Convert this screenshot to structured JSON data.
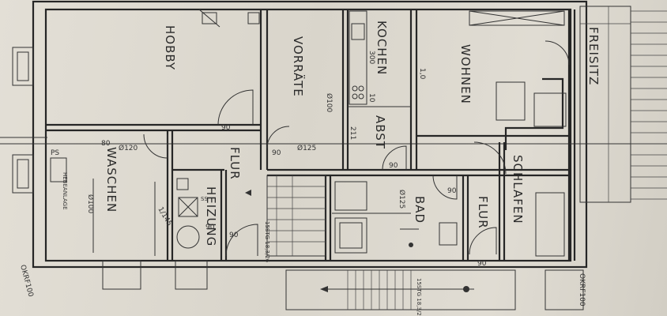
{
  "rooms": {
    "hobby": "HOBBY",
    "vorraete": "VORRÄTE",
    "kochen": "KOCHEN",
    "wohnen": "WOHNEN",
    "freisitz": "FREISITZ",
    "abst": "ABST",
    "waschen": "WASCHEN",
    "flur_left": "FLUR",
    "heizung": "HEIZUNG",
    "bad": "BAD",
    "flur_right": "FLUR",
    "schlafen": "SCHLAFEN"
  },
  "labels": {
    "kochen_dim_300": "300",
    "kochen_dim_10": "10",
    "vorraete_dim": "Ø100",
    "abst_dim": "211",
    "hobby_door": "90",
    "vorraete_door": "90",
    "abst_door": "90",
    "flur_door": "90",
    "bad_door": "90",
    "bad_dim": "Ø125",
    "flur_right_door": "90",
    "heizung_door": "90",
    "waschen_dim_100": "Ø100",
    "waschen_dim_120": "Ø120",
    "waschen_dim_80": "80",
    "waschen_dim_145": "1/145",
    "flur_dim_125": "Ø125",
    "wohnen_dim": "1,0",
    "ps_label": "PS",
    "heb_label": "HEBEANLAGE",
    "stair_left": "15STG 18,3/26",
    "stair_bottom": "15STG 18,3/26",
    "ok_left": "OKRF100",
    "ok_right": "OKRF100",
    "heiz_small": "SS"
  }
}
